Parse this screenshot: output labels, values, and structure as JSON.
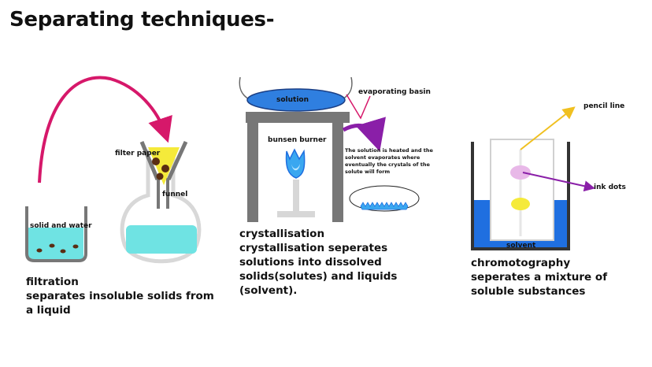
{
  "title": "Separating techniques-",
  "filtration": {
    "labels": {
      "filter_paper": "filter paper",
      "funnel": "funnel",
      "solid_and_water": "solid and water"
    },
    "caption": [
      "filtration",
      "separates insoluble solids from",
      "a liquid"
    ]
  },
  "crystallisation": {
    "labels": {
      "solution": "solution",
      "evaporating_basin": "evaporating basin",
      "bunsen_burner": "bunsen burner"
    },
    "note": [
      "The solution is heated and the",
      "solvent evaporates where",
      "eventually the crystals of the",
      "solute will form"
    ],
    "caption": [
      "crystallisation",
      "crystallisation seperates",
      "solutions into dissolved",
      "solids(solutes) and liquids",
      "(solvent)."
    ]
  },
  "chromatography": {
    "labels": {
      "pencil_line": "pencil line",
      "ink_dots": "ink dots",
      "solvent": "solvent"
    },
    "caption": [
      "chromotography",
      "seperates a mixture of",
      "soluble substances"
    ]
  },
  "colors": {
    "water": "#6fe3e3",
    "arrow_magenta": "#d6186a",
    "arrow_purple": "#8a1fa8",
    "arrow_gold": "#f0c020",
    "basin_blue": "#2f7fe0",
    "solvent_blue": "#1f6fe0",
    "ink_pink": "#e8b8e8",
    "ink_yellow": "#f5ea3a",
    "stand_grey": "#777777",
    "flame_blue": "#3aa7f0"
  }
}
